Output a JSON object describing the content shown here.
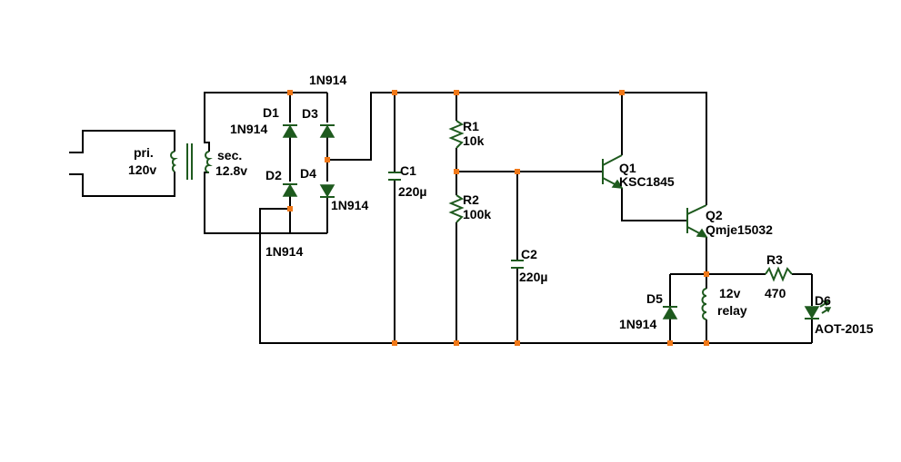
{
  "schematic": {
    "colors": {
      "wire": "#000000",
      "component": "#1e5a1e",
      "junction": "#f07818",
      "background": "#ffffff"
    },
    "transformer": {
      "primary_label": "pri.",
      "primary_voltage": "120v",
      "secondary_label": "sec.",
      "secondary_voltage": "12.8v"
    },
    "bridge": {
      "top_part": "1N914",
      "d1": {
        "ref": "D1",
        "part": "1N914"
      },
      "d2": {
        "ref": "D2",
        "part": "1N914"
      },
      "d3": {
        "ref": "D3"
      },
      "d4": {
        "ref": "D4",
        "part": "1N914"
      }
    },
    "c1": {
      "ref": "C1",
      "value": "220µ"
    },
    "c2": {
      "ref": "C2",
      "value": "220µ"
    },
    "r1": {
      "ref": "R1",
      "value": "10k"
    },
    "r2": {
      "ref": "R2",
      "value": "100k"
    },
    "r3": {
      "ref": "R3",
      "value": "470"
    },
    "q1": {
      "ref": "Q1",
      "part": "KSC1845"
    },
    "q2": {
      "ref": "Q2",
      "part": "Qmje15032"
    },
    "d5": {
      "ref": "D5",
      "part": "1N914"
    },
    "relay": {
      "voltage": "12v",
      "label": "relay"
    },
    "d6": {
      "ref": "D6",
      "part": "AOT-2015"
    }
  }
}
